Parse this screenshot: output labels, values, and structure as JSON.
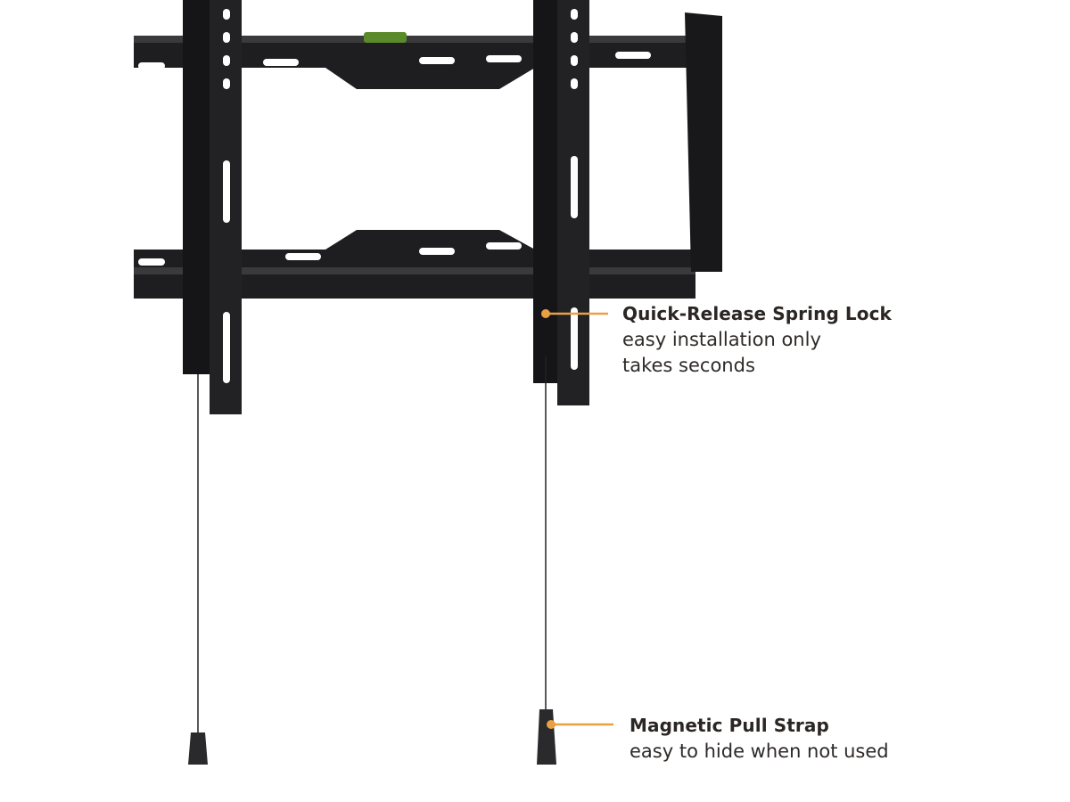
{
  "callouts": [
    {
      "title": "Quick-Release Spring Lock",
      "description_line1": "easy installation only",
      "description_line2": "takes seconds"
    },
    {
      "title": "Magnetic Pull Strap",
      "description_line1": "easy to hide when not used"
    }
  ],
  "colors": {
    "accent": "#e9a045",
    "metal": "#1c1c1e",
    "text": "#2b2624"
  }
}
